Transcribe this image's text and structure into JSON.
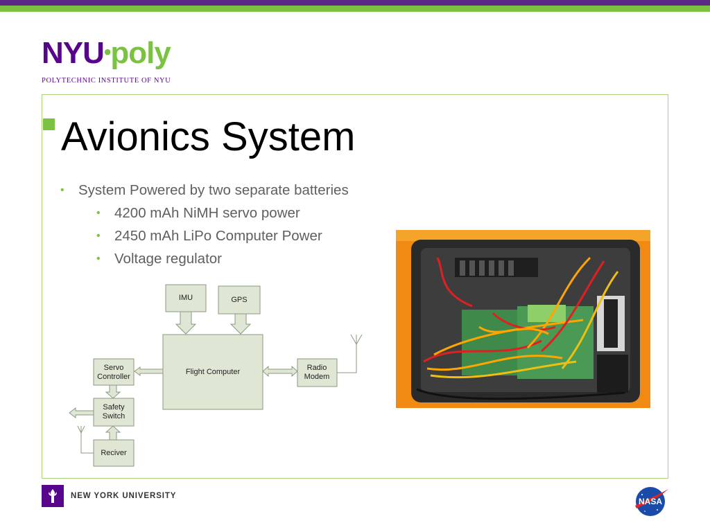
{
  "header": {
    "logo_nyu": "NYU",
    "logo_poly": "poly",
    "logo_subtitle": "POLYTECHNIC INSTITUTE OF NYU"
  },
  "slide": {
    "title": "Avionics System",
    "bullets": [
      {
        "text": "System Powered by two separate batteries",
        "level": 1
      },
      {
        "text": "4200 mAh NiMH servo power",
        "level": 2
      },
      {
        "text": "2450 mAh LiPo Computer Power",
        "level": 2
      },
      {
        "text": "Voltage regulator",
        "level": 2
      }
    ]
  },
  "diagram": {
    "imu": "IMU",
    "gps": "GPS",
    "flight_computer": "Flight Computer",
    "servo_controller_l1": "Servo",
    "servo_controller_l2": "Controller",
    "radio_modem_l1": "Radio",
    "radio_modem_l2": "Modem",
    "safety_switch_l1": "Safety",
    "safety_switch_l2": "Switch",
    "receiver": "Reciver"
  },
  "footer": {
    "university": "NEW YORK UNIVERSITY",
    "nasa": "NASA"
  },
  "colors": {
    "purple": "#57068c",
    "green": "#7cc242",
    "box_fill": "#dfe6d3",
    "box_stroke": "#8a9a80"
  },
  "icons": [
    "torch-icon",
    "nasa-logo-icon",
    "antenna-icon"
  ]
}
